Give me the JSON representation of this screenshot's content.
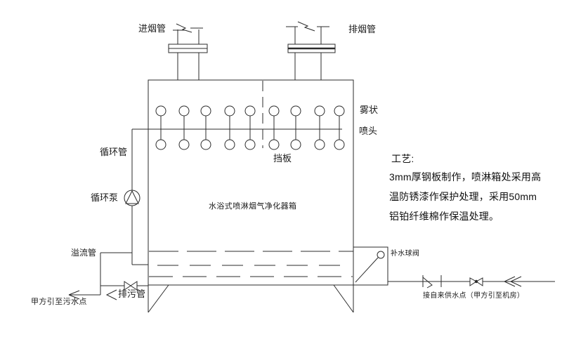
{
  "page": {
    "background": "#ffffff",
    "line_color": "#2b2b2b"
  },
  "diagram": {
    "tank_label": "水浴式喷淋烟气净化器箱",
    "labels": {
      "inlet_pipe": "进烟管",
      "exhaust_pipe": "排烟管",
      "mist_nozzle_line1": "雾状",
      "mist_nozzle_line2": "喷头",
      "circulation_pipe": "循环管",
      "circulation_pump": "循环泵",
      "baffle": "挡板",
      "overflow_pipe": "溢流管",
      "drain_pipe": "排污管",
      "sewage_destination": "甲方引至污水点",
      "makeup_ball_valve": "补水球阀",
      "water_supply_note": "接自来供水点（甲方引至机房）"
    },
    "process_note": {
      "title": "工艺:",
      "line1": "3mm厚钢板制作，喷淋箱处采用高",
      "line2": "温防锈漆作保护处理，采用50mm",
      "line3": "铝铂纤维棉作保温处理。"
    }
  }
}
